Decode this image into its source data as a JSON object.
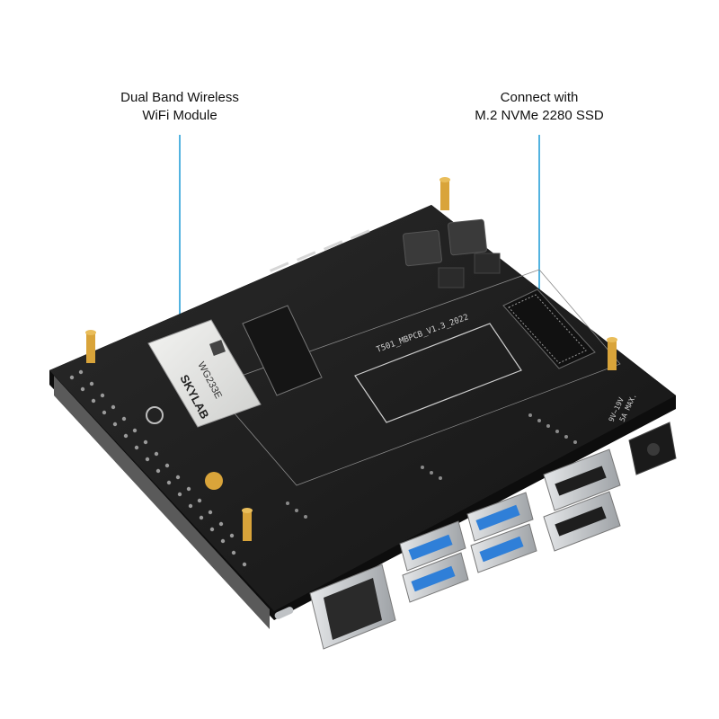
{
  "callouts": {
    "left": {
      "line1": "Dual Band Wireless",
      "line2": "WiFi Module"
    },
    "right": {
      "line1": "Connect with",
      "line2": "M.2 NVMe 2280 SSD"
    }
  },
  "board": {
    "model_text": "T501_MBPCB_V1.3_2022",
    "power_text_1": "9V~19V",
    "power_text_2": "5A MAX."
  },
  "module": {
    "brand": "SKYLAB",
    "model": "WG233E"
  },
  "colors": {
    "callout_line": "#1a9ad6",
    "pcb": "#1c1c1c",
    "usb_blue": "#2f7fd8",
    "metal": "#c9ccd0",
    "gold": "#d9a43a"
  }
}
